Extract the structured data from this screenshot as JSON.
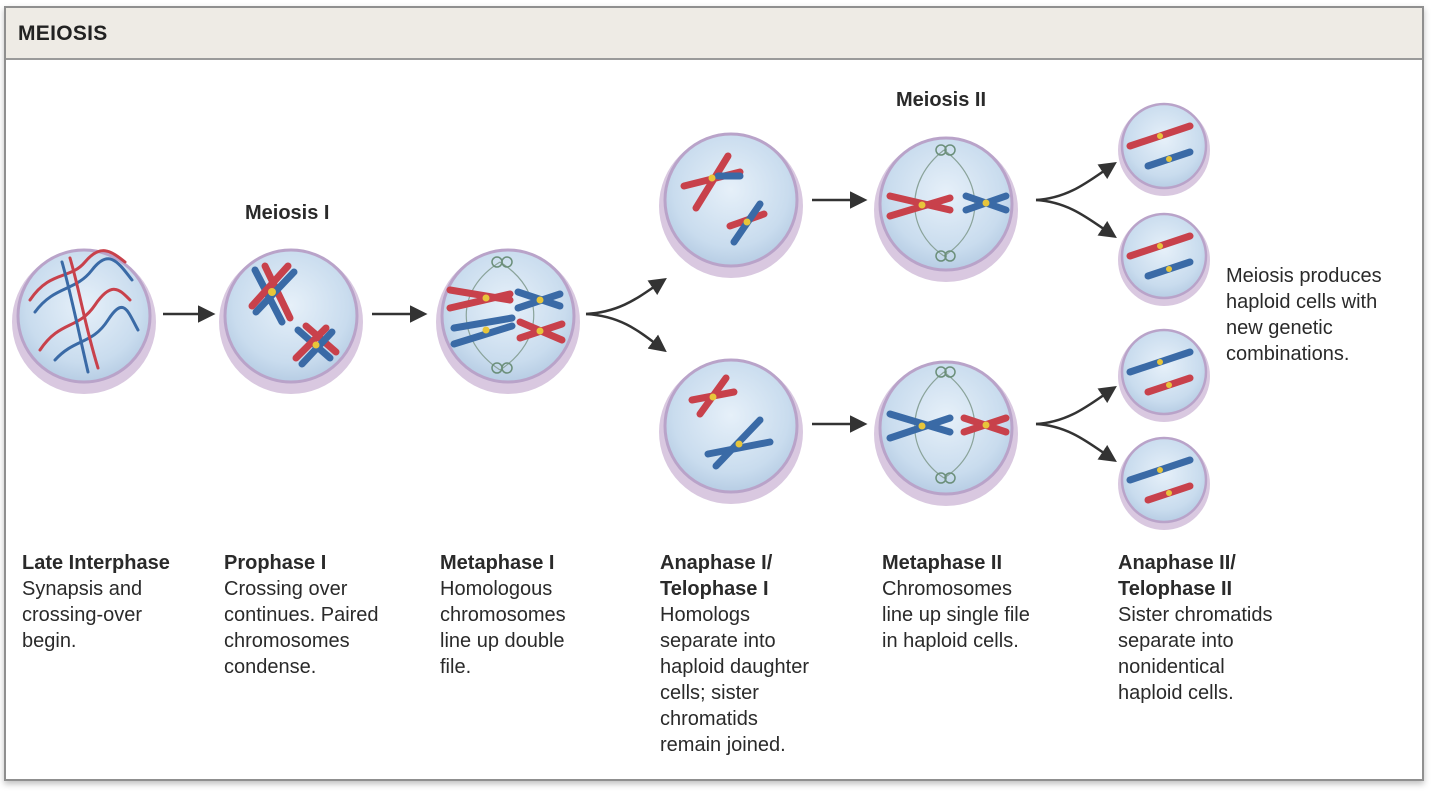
{
  "header": {
    "title": "MEIOSIS"
  },
  "stage_titles": {
    "meiosis_1": "Meiosis I",
    "meiosis_2": "Meiosis II"
  },
  "phases": [
    {
      "title": "Late Interphase",
      "desc": "Synapsis and\ncrossing-over\nbegin."
    },
    {
      "title": "Prophase I",
      "desc": "Crossing over\ncontinues. Paired\nchromosomes\ncondense."
    },
    {
      "title": "Metaphase I",
      "desc": "Homologous\nchromosomes\nline up double\nfile."
    },
    {
      "title": "Anaphase I/\nTelophase I",
      "desc": "Homologs\nseparate into\nhaploid daughter\ncells; sister\nchromatids\nremain joined."
    },
    {
      "title": "Metaphase II",
      "desc": "Chromosomes\nline up single file\nin haploid cells."
    },
    {
      "title": "Anaphase II/\nTelophase II",
      "desc": "Sister chromatids\nseparate into\nnonidentical\nhaploid cells."
    }
  ],
  "note": "Meiosis produces\nhaploid cells with\nnew genetic\ncombinations.",
  "colors": {
    "red_chromosome": "#c8414b",
    "blue_chromosome": "#3a6aa6",
    "cell_fill": "#d3e4f3",
    "cell_rim": "#c6b3d2",
    "spindle": "#6b8f7a",
    "centromere": "#e8c53a",
    "arrow": "#333333"
  }
}
